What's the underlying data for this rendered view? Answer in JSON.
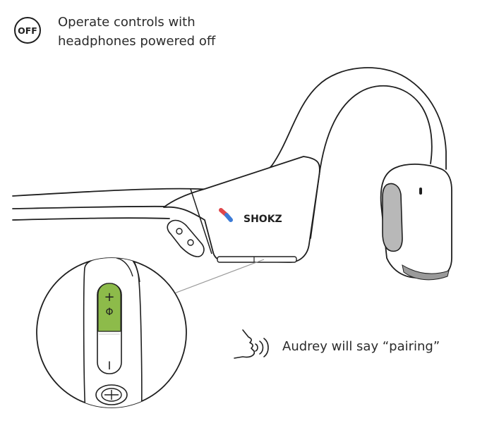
{
  "header": {
    "badge_text": "OFF",
    "instruction_line1": "Operate controls with",
    "instruction_line2": "headphones powered off"
  },
  "product": {
    "brand": "SHOKZ"
  },
  "button_panel": {
    "plus_symbol": "+",
    "power_symbol": "Φ",
    "minus_symbol": "I",
    "highlight_color": "#8dbb4a"
  },
  "voice_prompt": {
    "text": "Audrey will say “pairing”"
  },
  "colors": {
    "line": "#1f1f1f",
    "logo_red": "#e0464b",
    "logo_blue": "#3c7bd6",
    "speaker_gray": "#9a9a9a"
  }
}
